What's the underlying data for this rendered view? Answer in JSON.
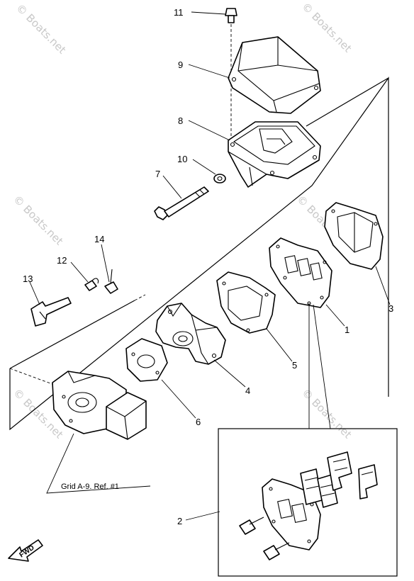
{
  "watermark": "© Boats.net",
  "callouts": {
    "c1": "1",
    "c2": "2",
    "c3": "3",
    "c4": "4",
    "c5": "5",
    "c6": "6",
    "c7": "7",
    "c8": "8",
    "c9": "9",
    "c10": "10",
    "c11": "11",
    "c12": "12",
    "c13": "13",
    "c14": "14"
  },
  "reference_note": "Grid A-9. Ref. #1",
  "direction_label": "FWD"
}
